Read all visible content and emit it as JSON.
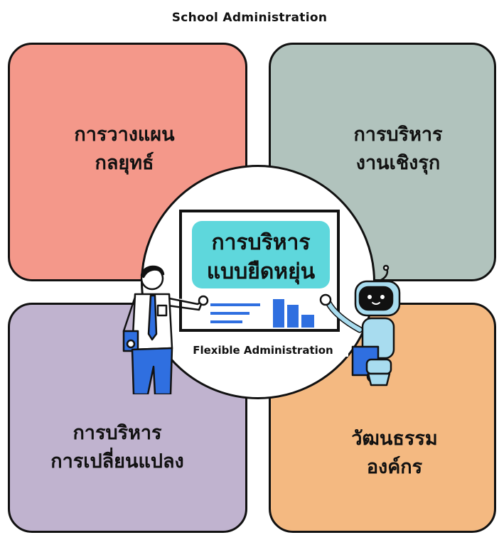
{
  "diagram": {
    "title": "School Administration",
    "center": {
      "label_line1": "การบริหาร",
      "label_line2": "แบบยืดหยุ่น",
      "subtitle": "Flexible Administration"
    },
    "quadrants": [
      {
        "id": "top-left",
        "line1": "การวางแผน",
        "line2": "กลยุทธ์",
        "color": "#f4988a"
      },
      {
        "id": "top-right",
        "line1": "การบริหาร",
        "line2": "งานเชิงรุก",
        "color": "#b1c3bd"
      },
      {
        "id": "bottom-left",
        "line1": "การบริหาร",
        "line2": "การเปลี่ยนแปลง",
        "color": "#c0b3cf"
      },
      {
        "id": "bottom-right",
        "line1": "วัฒนธรรม",
        "line2": "องค์กร",
        "color": "#f4b981"
      }
    ],
    "colors": {
      "center_tag": "#5ed7dc",
      "accent_blue": "#2f6fe0",
      "outline": "#111111"
    },
    "icons": [
      "teacher-figure-icon",
      "robot-figure-icon",
      "presentation-board-icon"
    ]
  }
}
